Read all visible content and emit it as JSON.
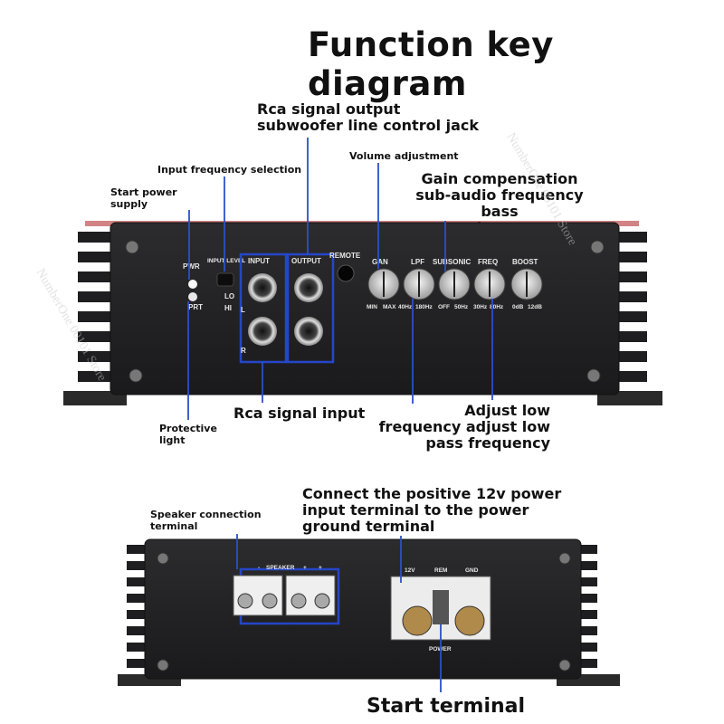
{
  "title": "Function key diagram",
  "callouts": {
    "rca_output": "Rca signal output\nsubwoofer line control jack",
    "input_freq": "Input frequency selection",
    "start_power": "Start power\nsupply",
    "volume": "Volume adjustment",
    "gain": "Gain compensation\nsub-audio frequency bass\nboost",
    "protective": "Protective\nlight",
    "rca_input": "Rca signal input",
    "adjust_low": "Adjust low\nfrequency adjust low\npass frequency",
    "speaker": "Speaker connection\nterminal",
    "positive": "Connect the positive 12v power\ninput terminal to the power\nground terminal",
    "start_terminal": "Start terminal"
  },
  "panel_top": {
    "pwr": "PWR",
    "prt": "PRT",
    "input_level": "INPUT LEVEL",
    "lo": "LO",
    "hi": "HI",
    "input": "INPUT",
    "output": "OUTPUT",
    "remote": "REMOTE",
    "l": "L",
    "r": "R",
    "knobs": [
      {
        "name": "GAN",
        "min": "MIN",
        "max": "MAX"
      },
      {
        "name": "LPF",
        "min": "40Hz",
        "max": "180Hz"
      },
      {
        "name": "SUBSONIC",
        "min": "OFF",
        "max": "50Hz"
      },
      {
        "name": "FREQ",
        "min": "30Hz",
        "max": "80Hz"
      },
      {
        "name": "BOOST",
        "min": "0dB",
        "max": "12dB"
      }
    ]
  },
  "panel_bottom": {
    "speaker": "SPEAKER",
    "minus": "-",
    "plus": "+",
    "v12": "12V",
    "rem": "REM",
    "gnd": "GND",
    "power": "POWER"
  },
  "watermark": "NumberOne 00101 Store"
}
